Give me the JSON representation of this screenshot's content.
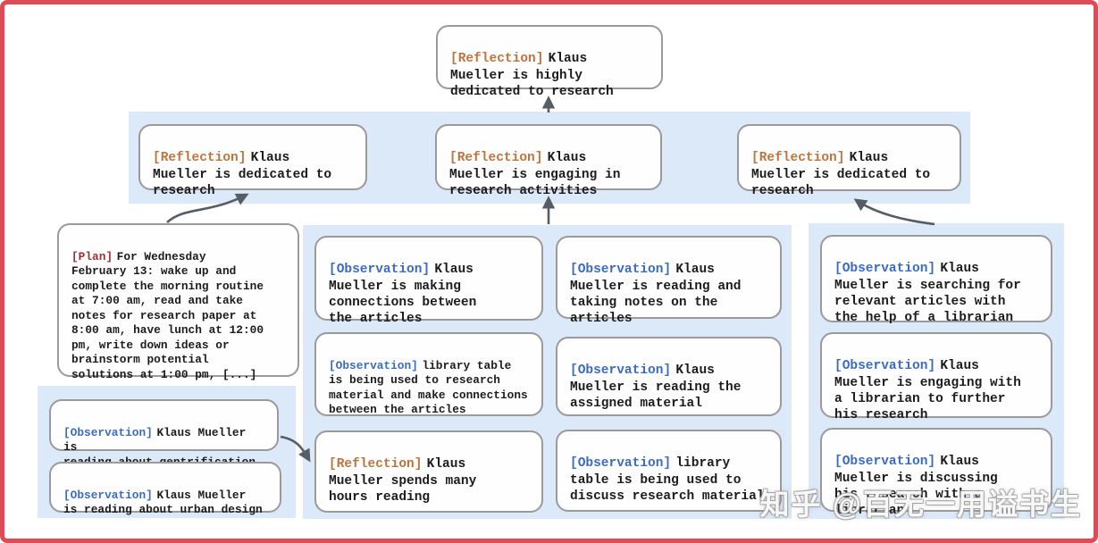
{
  "colors": {
    "frame": "#dd4b57",
    "panel": "#dce9f8",
    "node-border": "#9a9a9a",
    "arrow": "#565d64",
    "tag-reflection": "#bc7540",
    "tag-observation": "#3b6cc0",
    "tag-plan": "#993333"
  },
  "diagram": {
    "root": {
      "tag": "[Reflection]",
      "text": "Klaus\nMueller is highly\ndedicated to research"
    },
    "reflections_row": [
      {
        "tag": "[Reflection]",
        "text": "Klaus\nMueller is dedicated to\nresearch"
      },
      {
        "tag": "[Reflection]",
        "text": "Klaus\nMueller is engaging in\nresearch activities"
      },
      {
        "tag": "[Reflection]",
        "text": "Klaus\nMueller is dedicated to\nresearch"
      }
    ],
    "left": {
      "plan": {
        "tag": "[Plan]",
        "text": "For Wednesday\nFebruary 13: wake up and\ncomplete the morning routine\nat 7:00 am, read and take\nnotes for research paper at\n8:00 am, have lunch at 12:00\npm, write down ideas or\nbrainstorm potential\nsolutions at 1:00 pm, [...]"
      },
      "observations": [
        {
          "tag": "[Observation]",
          "text": "Klaus Mueller is\nreading about gentrification"
        },
        {
          "tag": "[Observation]",
          "text": "Klaus Mueller\nis reading about urban design"
        }
      ]
    },
    "middle": {
      "col1": [
        {
          "tag": "[Observation]",
          "text": "Klaus\nMueller is making\nconnections between\nthe articles"
        },
        {
          "tag": "[Observation]",
          "text": "library table\nis being used to research\nmaterial and make connections\nbetween the articles"
        },
        {
          "tag": "[Reflection]",
          "text": "Klaus\nMueller spends many\nhours reading"
        }
      ],
      "col2": [
        {
          "tag": "[Observation]",
          "text": "Klaus\nMueller is reading and\ntaking notes on the\narticles"
        },
        {
          "tag": "[Observation]",
          "text": "Klaus\nMueller is reading the\nassigned material"
        },
        {
          "tag": "[Observation]",
          "text": "library\ntable is being used to\ndiscuss research material"
        }
      ]
    },
    "right": [
      {
        "tag": "[Observation]",
        "text": "Klaus\nMueller is searching for\nrelevant articles with\nthe help of a librarian"
      },
      {
        "tag": "[Observation]",
        "text": "Klaus\nMueller is engaging with\na librarian to further\nhis research"
      },
      {
        "tag": "[Observation]",
        "text": "Klaus\nMueller is discussing\nhis research with a\nlibrarian"
      }
    ]
  },
  "watermark": {
    "text": "知乎 @百无一用谥书生"
  }
}
